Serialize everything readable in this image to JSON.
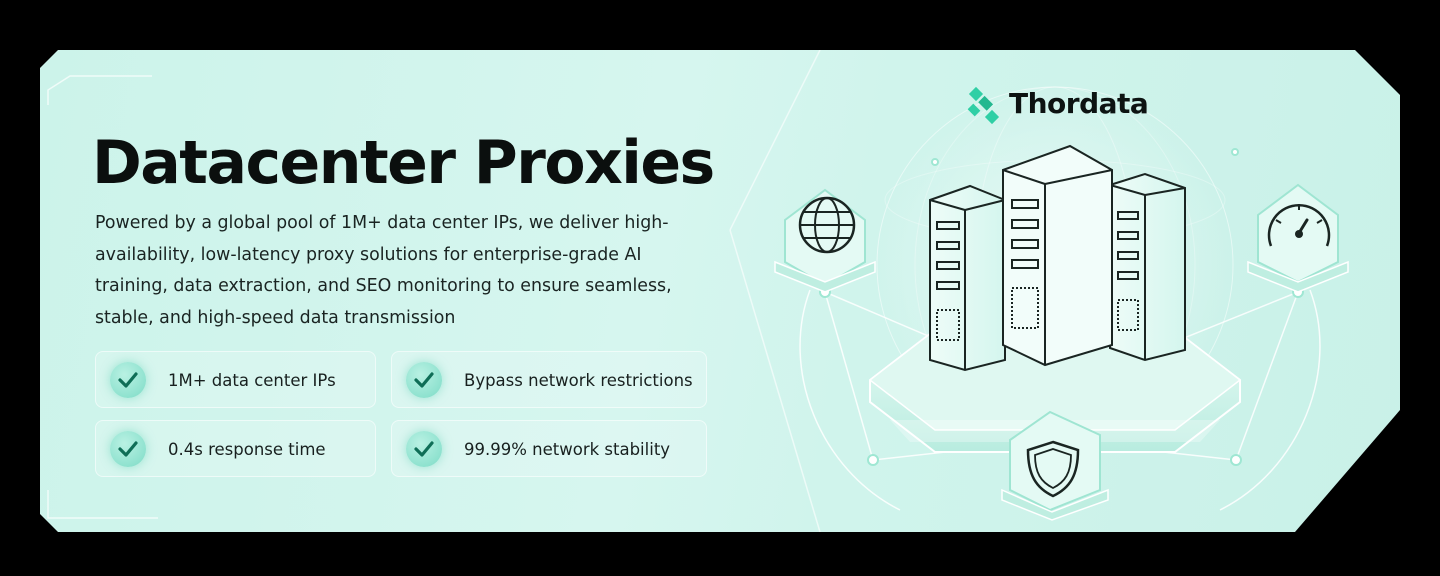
{
  "banner": {
    "brand": "Thordata",
    "title": "Datacenter Proxies",
    "description": "Powered by a global pool of 1M+ data center IPs, we deliver high-availability, low-latency proxy solutions for enterprise-grade AI training, data extraction, and SEO monitoring to ensure seamless, stable, and high-speed data transmission",
    "features": [
      {
        "label": "1M+ data center IPs",
        "icon": "check-icon"
      },
      {
        "label": "Bypass network restrictions",
        "icon": "check-icon"
      },
      {
        "label": "0.4s response time",
        "icon": "check-icon"
      },
      {
        "label": "99.99% network stability",
        "icon": "check-icon"
      }
    ],
    "illustration_icons": [
      "globe-icon",
      "speedometer-icon",
      "shield-icon",
      "server-icon"
    ],
    "colors": {
      "background": "#000000",
      "card": "#d2f5ed",
      "accent": "#2fcfa5",
      "accent_dark": "#1a7f66",
      "text": "#0b0f0e"
    }
  }
}
